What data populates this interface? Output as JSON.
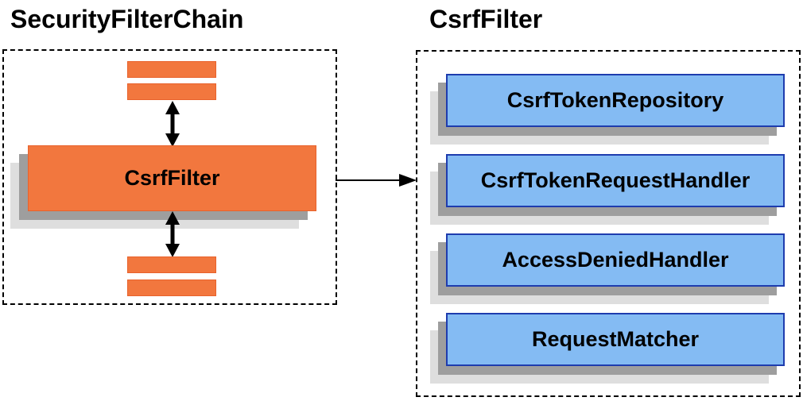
{
  "diagram": {
    "left_panel": {
      "title": "SecurityFilterChain",
      "filter_box_label": "CsrfFilter"
    },
    "right_panel": {
      "title": "CsrfFilter",
      "components": [
        {
          "label": "CsrfTokenRepository"
        },
        {
          "label": "CsrfTokenRequestHandler"
        },
        {
          "label": "AccessDeniedHandler"
        },
        {
          "label": "RequestMatcher"
        }
      ]
    },
    "colors": {
      "orange_fill": "#F2773E",
      "orange_border": "#E8622C",
      "blue_fill": "#84BBF3",
      "blue_border": "#1E3CAE",
      "shadow_dark": "#9E9E9E",
      "shadow_light": "#DEDEDE",
      "arrow": "#000000",
      "container_border": "#000000",
      "text": "#000000"
    }
  }
}
